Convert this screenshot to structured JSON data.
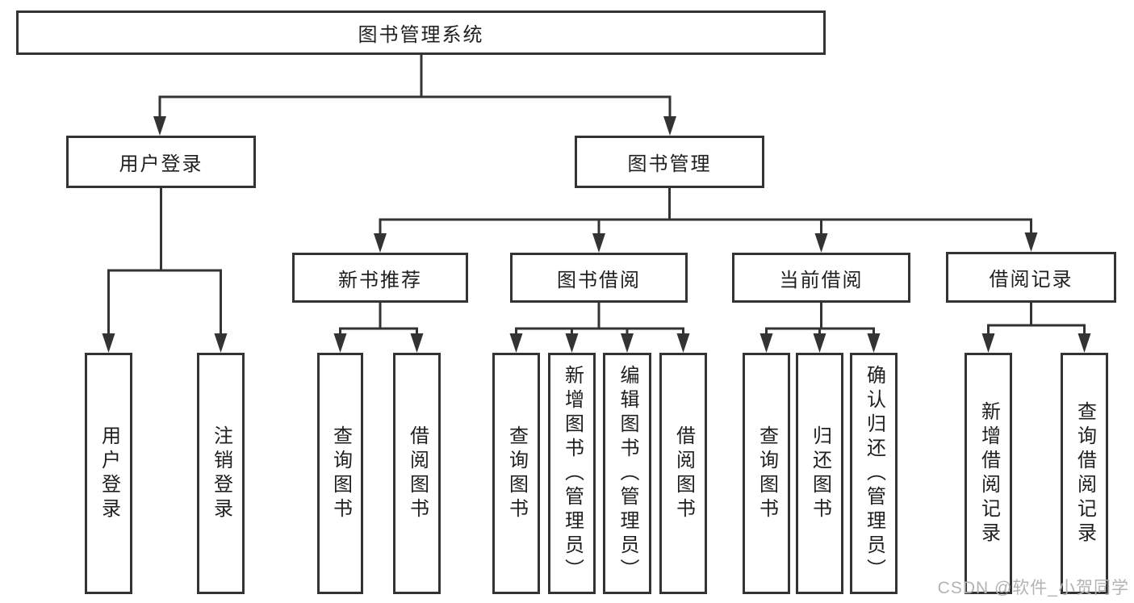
{
  "diagram": {
    "root": {
      "label": "图书管理系统"
    },
    "branches": {
      "user_login": {
        "label": "用户登录",
        "children": {
          "login": {
            "label": "用户登录"
          },
          "logout": {
            "label": "注销登录"
          }
        }
      },
      "book_mgmt": {
        "label": "图书管理",
        "children": {
          "new_book_rec": {
            "label": "新书推荐",
            "children": {
              "query_book": {
                "label": "查询图书"
              },
              "borrow_book": {
                "label": "借阅图书"
              }
            }
          },
          "book_borrow": {
            "label": "图书借阅",
            "children": {
              "query_book": {
                "label": "查询图书"
              },
              "add_book": {
                "label": "新增图书（管理员）"
              },
              "edit_book": {
                "label": "编辑图书（管理员）"
              },
              "borrow_book": {
                "label": "借阅图书"
              }
            }
          },
          "current_borrow": {
            "label": "当前借阅",
            "children": {
              "query_book": {
                "label": "查询图书"
              },
              "return_book": {
                "label": "归还图书"
              },
              "confirm_return": {
                "label": "确认归还（管理员）"
              }
            }
          },
          "borrow_records": {
            "label": "借阅记录",
            "children": {
              "add_record": {
                "label": "新增借阅记录"
              },
              "query_record": {
                "label": "查询借阅记录"
              }
            }
          }
        }
      }
    }
  },
  "watermark": {
    "text": "CSDN @软件_小贺同学",
    "color": "#b3b3b3"
  },
  "colors": {
    "line": "#333333",
    "box_border": "#333333",
    "text": "#1f1f1f",
    "background": "#ffffff"
  }
}
